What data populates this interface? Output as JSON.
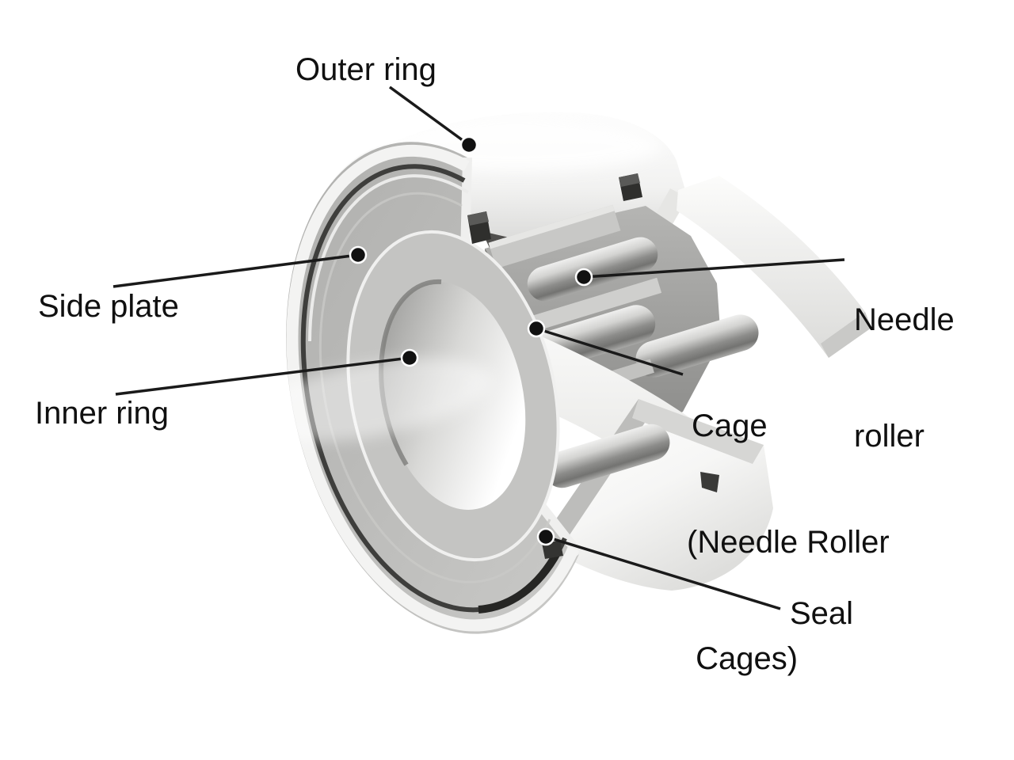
{
  "diagram": {
    "type": "annotated-part-diagram",
    "labels": {
      "outer_ring": "Outer ring",
      "side_plate": "Side plate",
      "inner_ring": "Inner ring",
      "needle_roller_line1": "Needle",
      "needle_roller_line2": "roller",
      "cage_line1": "Cage",
      "cage_line2": "(Needle Roller",
      "cage_line3": " Cages)",
      "seal": "Seal"
    },
    "colors": {
      "background": "#ffffff",
      "label_text": "#101010",
      "leader_line": "#1a1a1a",
      "marker_dot": "#111111",
      "metal_light": "#f5f5f4",
      "metal_mid": "#c6c6c4",
      "metal_dark": "#8f8f8d",
      "seal_dark": "#3a3a38"
    }
  }
}
